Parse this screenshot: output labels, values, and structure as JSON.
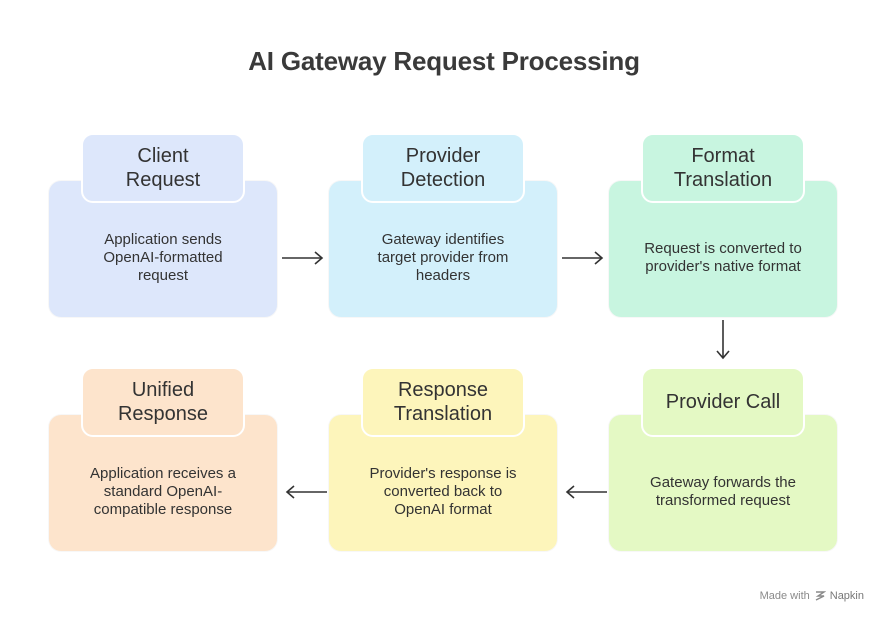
{
  "title": "AI Gateway Request Processing",
  "steps": [
    {
      "title": "Client\nRequest",
      "description": "Application sends\nOpenAI-formatted\nrequest",
      "color": "#dde7fb"
    },
    {
      "title": "Provider\nDetection",
      "description": "Gateway identifies\ntarget provider from\nheaders",
      "color": "#d3f0fb"
    },
    {
      "title": "Format\nTranslation",
      "description": "Request is converted to\nprovider's native format",
      "color": "#c8f5e0"
    },
    {
      "title": "Provider Call",
      "description": "Gateway forwards the\ntransformed request",
      "color": "#e4f9c4"
    },
    {
      "title": "Response\nTranslation",
      "description": "Provider's response is\nconverted back to\nOpenAI format",
      "color": "#fdf5bb"
    },
    {
      "title": "Unified\nResponse",
      "description": "Application receives a\nstandard OpenAI-\ncompatible response",
      "color": "#fde4cc"
    }
  ],
  "footer": {
    "made_with": "Made with",
    "brand": "Napkin",
    "icon": "napkin-logo-icon"
  }
}
